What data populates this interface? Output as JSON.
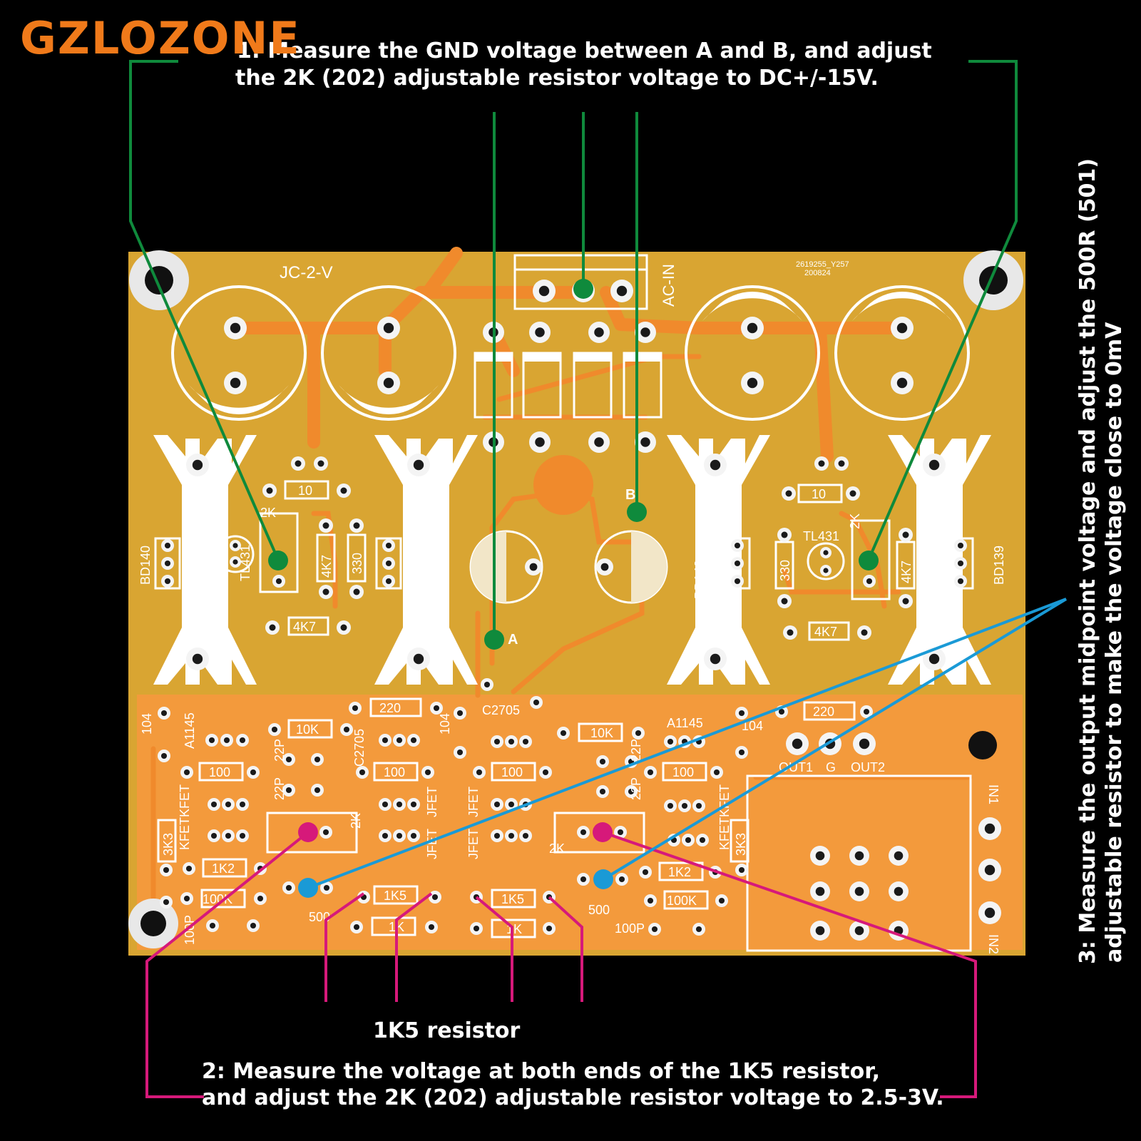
{
  "brand": "GZLOZONE",
  "notes": {
    "step1_line1": "1: Measure the GND voltage between A and B, and adjust",
    "step1_line2": "the 2K (202) adjustable resistor voltage to DC+/-15V.",
    "resistor_label": "1K5 resistor",
    "step2_line1": "2: Measure the voltage at both ends of the 1K5 resistor,",
    "step2_line2": "and adjust the 2K (202) adjustable resistor voltage to 2.5-3V.",
    "step3_line1": "3: Measure the output midpoint voltage and adjust the 500R (501)",
    "step3_line2": "adjustable resistor to make the voltage close to 0mV"
  },
  "board": {
    "model": "JC-2-V",
    "code1": "2619255_Y257",
    "code2": "200824",
    "ac_in": "AC-IN",
    "point_a": "A",
    "point_b": "B",
    "silk": {
      "r10": "10",
      "trim_2k": "2K",
      "tl431": "TL431",
      "r4k7": "4K7",
      "r330": "330",
      "bd140": "BD140",
      "bd139": "BD139",
      "r220": "220",
      "c2705": "C2705",
      "r10k": "10K",
      "a1145": "A1145",
      "c104": "104",
      "r100": "100",
      "c22p": "22P",
      "kfet": "KFET",
      "jfet": "JFET",
      "r3k3": "3K3",
      "r1k2": "1K2",
      "r1k5": "1K5",
      "r100k": "100K",
      "r1k": "1K",
      "trim_500": "500",
      "c100p": "100P",
      "out1": "OUT1",
      "gnd": "G",
      "out2": "OUT2",
      "in1": "IN1",
      "in2": "IN2"
    }
  },
  "colors": {
    "board_yellow": "#d9a532",
    "board_orange": "#f39a3c",
    "trace": "#f08a2c",
    "silk": "#ffffff",
    "green": "#0f8a3c",
    "magenta": "#d6197a",
    "blue": "#1a9ad6",
    "brand": "#f07a1a"
  }
}
